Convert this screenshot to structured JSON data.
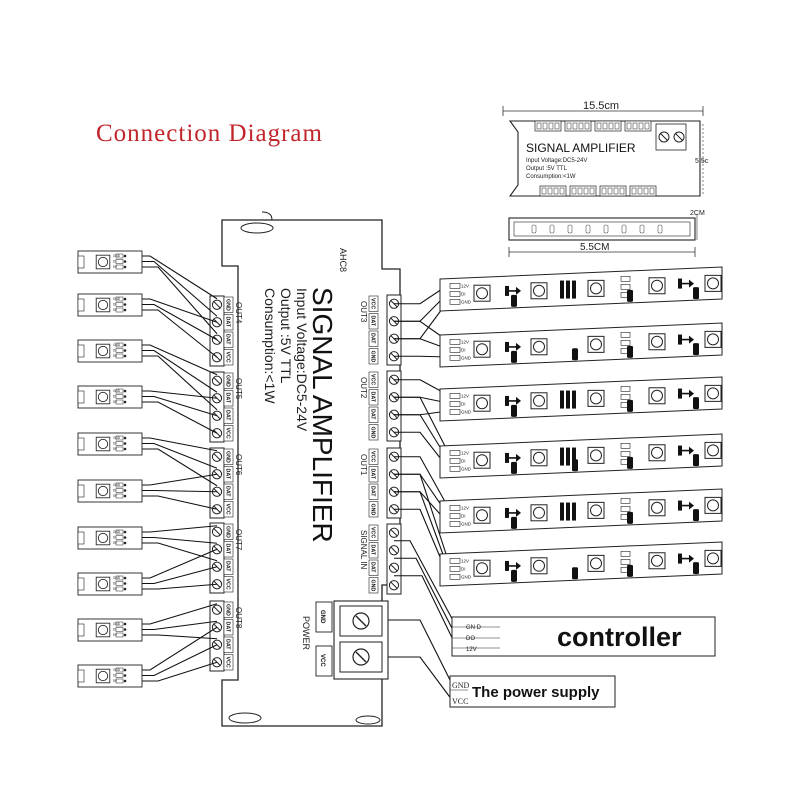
{
  "title": "Connection Diagram",
  "device": {
    "name": "SIGNAL AMPLIFIER",
    "spec_input": "Input Voltage:DC5-24V",
    "spec_output": "Output :5V  TTL",
    "spec_consumption": "Consumption:<1W",
    "model": "AHC8",
    "small_spec_input": "Input Voltage:DC5-24V",
    "small_spec_output": "Output :5V  TTL",
    "small_spec_consumption": "Consumption:<1W"
  },
  "dimensions": {
    "length": "15.5cm",
    "width": "5.5CM",
    "height": "2CM",
    "side": "5.5c"
  },
  "ports": {
    "left": [
      {
        "label": "OUT4",
        "pins": [
          "GND",
          "DAT",
          "DAT",
          "VCC"
        ]
      },
      {
        "label": "OUT5",
        "pins": [
          "GND",
          "DAT",
          "DAT",
          "VCC"
        ]
      },
      {
        "label": "OUT6",
        "pins": [
          "GND",
          "DAT",
          "DAT",
          "VCC"
        ]
      },
      {
        "label": "OUT7",
        "pins": [
          "GND",
          "DAT",
          "DAT",
          "VCC"
        ]
      },
      {
        "label": "OUT8",
        "pins": [
          "GND",
          "DAT",
          "DAT",
          "VCC"
        ]
      }
    ],
    "right": [
      {
        "label": "OUT3",
        "pins": [
          "VCC",
          "DAT",
          "DAT",
          "GND"
        ]
      },
      {
        "label": "OUT2",
        "pins": [
          "VCC",
          "DAT",
          "DAT",
          "GND"
        ]
      },
      {
        "label": "OUT1",
        "pins": [
          "VCC",
          "DAT",
          "DAT",
          "GND"
        ]
      },
      {
        "label": "SIGNAL IN",
        "pins": [
          "VCC",
          "DAT",
          "DAT",
          "GND"
        ]
      }
    ],
    "power": {
      "label": "POWER",
      "pins": [
        "GND",
        "VCC"
      ]
    }
  },
  "strip_pins": [
    "12V",
    "DI",
    "GND"
  ],
  "strip_pins_side": [
    "GND",
    "DI",
    "5V"
  ],
  "controller": {
    "label": "controller",
    "pins": [
      "GN D",
      "DO",
      "12V"
    ]
  },
  "power_supply": {
    "label": "The power supply",
    "pins": [
      "GND",
      "VCC"
    ]
  }
}
